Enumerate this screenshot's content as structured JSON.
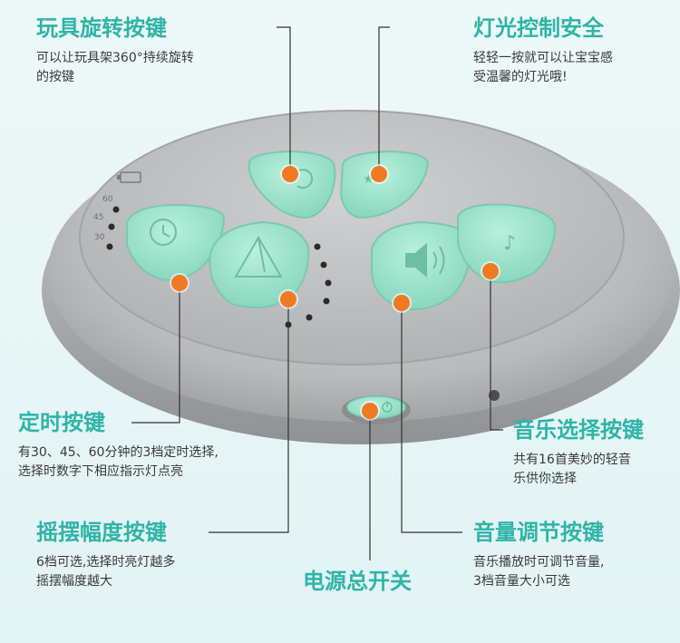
{
  "labels": {
    "rotate": {
      "title": "玩具旋转按键",
      "lines": [
        "可以让玩具架360°持续旋转",
        "的按键"
      ]
    },
    "light": {
      "title": "灯光控制安全",
      "lines": [
        "轻轻一按就可以让宝宝感",
        "受温馨的灯光哦!"
      ]
    },
    "timer": {
      "title": "定时按键",
      "lines": [
        "有30、45、60分钟的3档定时选择,",
        "选择时数字下相应指示灯点亮"
      ]
    },
    "music": {
      "title": "音乐选择按键",
      "lines": [
        "共有16首美妙的轻音",
        "乐供你选择"
      ]
    },
    "swing": {
      "title": "摇摆幅度按键",
      "lines": [
        "6档可选,选择时亮灯越多",
        "摇摆幅度越大"
      ]
    },
    "volume": {
      "title": "音量调节按键",
      "lines": [
        "音乐播放时可调节音量,",
        "3档音量大小可选"
      ]
    },
    "power": {
      "title": "电源总开关"
    }
  },
  "device": {
    "timer_marks": [
      "60",
      "45",
      "30"
    ]
  },
  "colors": {
    "title": "#2fb4a8",
    "button": "#9fe3cc",
    "marker": "#f07a22",
    "body": "#b9bbbd"
  },
  "icons": [
    "rotate-icon",
    "star-light-icon",
    "clock-icon",
    "pendulum-icon",
    "speaker-icon",
    "music-note-icon",
    "power-icon",
    "battery-icon"
  ]
}
